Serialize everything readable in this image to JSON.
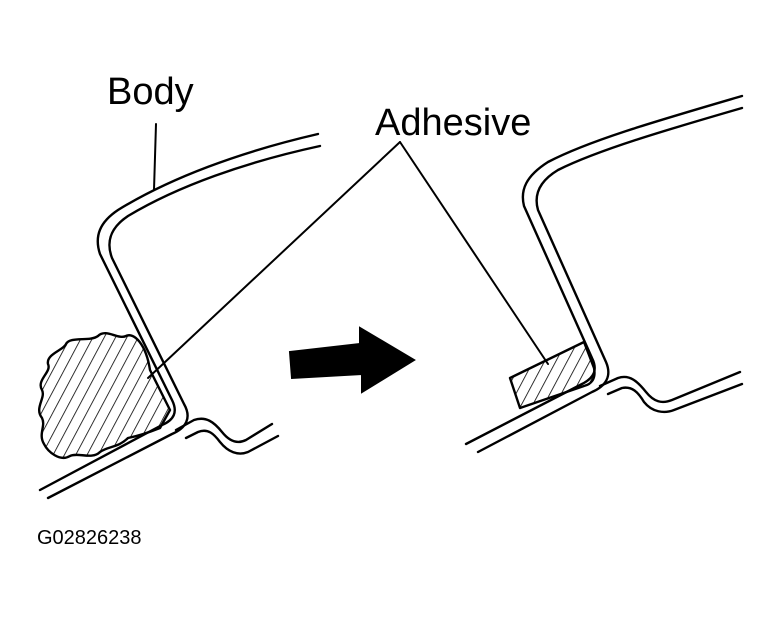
{
  "labels": {
    "body": "Body",
    "adhesive": "Adhesive",
    "figure_id": "G02826238"
  },
  "colors": {
    "ink": "#000000",
    "background": "#ffffff"
  }
}
